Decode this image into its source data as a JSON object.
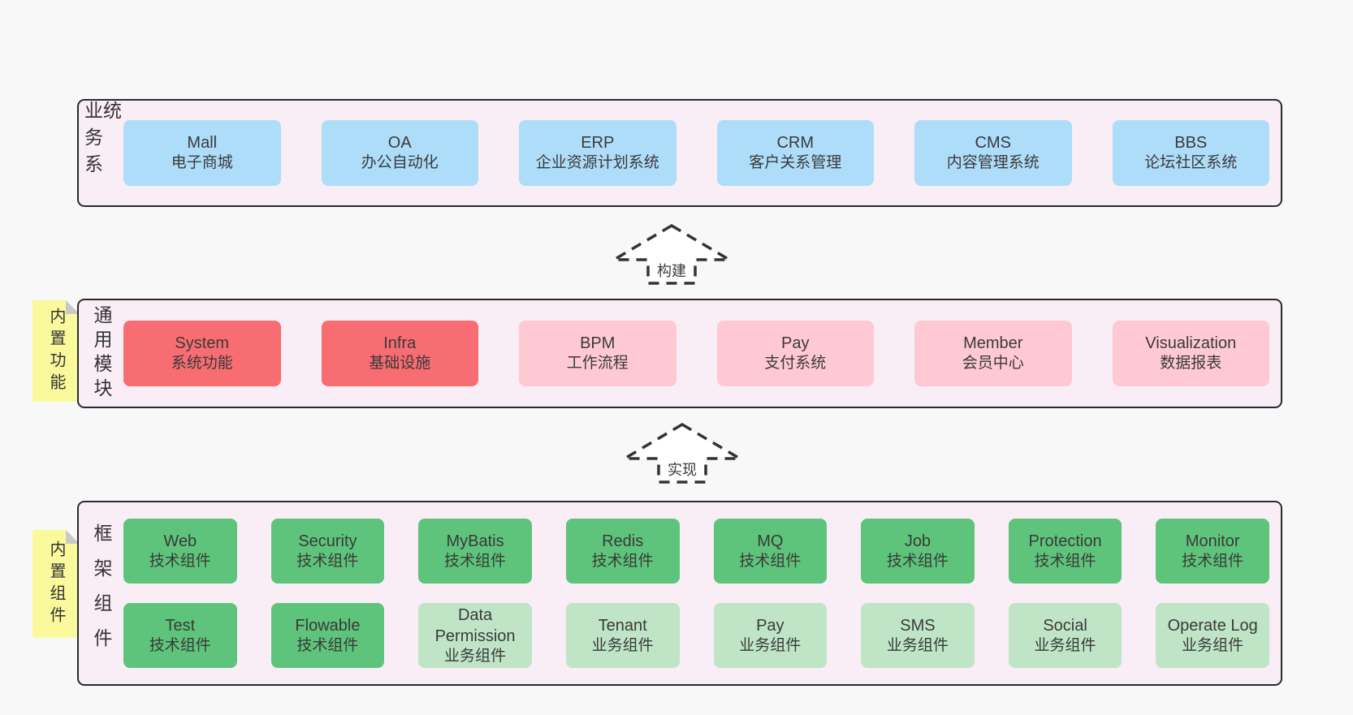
{
  "colors": {
    "page_bg": "#f8f8f8",
    "panel_bg": "#f9edf6",
    "panel_border": "#2b2b2b",
    "blue": "#aeddfa",
    "red": "#f76d72",
    "pink": "#ffc9d3",
    "green": "#5ec47b",
    "light_green": "#bfe5c6",
    "note_yellow": "#fafa9d",
    "note_fold": "#c9c9c9",
    "text": "#3a3a3a"
  },
  "arrows": [
    {
      "label": "构建"
    },
    {
      "label": "实现"
    }
  ],
  "layers": [
    {
      "label": "业务系统",
      "rows": [
        [
          {
            "name": "Mall",
            "desc": "电子商城",
            "variant": "blue"
          },
          {
            "name": "OA",
            "desc": "办公自动化",
            "variant": "blue"
          },
          {
            "name": "ERP",
            "desc": "企业资源计划系统",
            "variant": "blue"
          },
          {
            "name": "CRM",
            "desc": "客户关系管理",
            "variant": "blue"
          },
          {
            "name": "CMS",
            "desc": "内容管理系统",
            "variant": "blue"
          },
          {
            "name": "BBS",
            "desc": "论坛社区系统",
            "variant": "blue"
          }
        ]
      ]
    },
    {
      "label": "通用模块",
      "note": "内置功能",
      "rows": [
        [
          {
            "name": "System",
            "desc": "系统功能",
            "variant": "red"
          },
          {
            "name": "Infra",
            "desc": "基础设施",
            "variant": "red"
          },
          {
            "name": "BPM",
            "desc": "工作流程",
            "variant": "pink"
          },
          {
            "name": "Pay",
            "desc": "支付系统",
            "variant": "pink"
          },
          {
            "name": "Member",
            "desc": "会员中心",
            "variant": "pink"
          },
          {
            "name": "Visualization",
            "desc": "数据报表",
            "variant": "pink"
          }
        ]
      ]
    },
    {
      "label": "框架组件",
      "note": "内置组件",
      "rows": [
        [
          {
            "name": "Web",
            "desc": "技术组件",
            "variant": "green"
          },
          {
            "name": "Security",
            "desc": "技术组件",
            "variant": "green"
          },
          {
            "name": "MyBatis",
            "desc": "技术组件",
            "variant": "green"
          },
          {
            "name": "Redis",
            "desc": "技术组件",
            "variant": "green"
          },
          {
            "name": "MQ",
            "desc": "技术组件",
            "variant": "green"
          },
          {
            "name": "Job",
            "desc": "技术组件",
            "variant": "green"
          },
          {
            "name": "Protection",
            "desc": "技术组件",
            "variant": "green"
          },
          {
            "name": "Monitor",
            "desc": "技术组件",
            "variant": "green"
          }
        ],
        [
          {
            "name": "Test",
            "desc": "技术组件",
            "variant": "green"
          },
          {
            "name": "Flowable",
            "desc": "技术组件",
            "variant": "green"
          },
          {
            "name": "Data Permission",
            "desc": "业务组件",
            "variant": "light-green"
          },
          {
            "name": "Tenant",
            "desc": "业务组件",
            "variant": "light-green"
          },
          {
            "name": "Pay",
            "desc": "业务组件",
            "variant": "light-green"
          },
          {
            "name": "SMS",
            "desc": "业务组件",
            "variant": "light-green"
          },
          {
            "name": "Social",
            "desc": "业务组件",
            "variant": "light-green"
          },
          {
            "name": "Operate Log",
            "desc": "业务组件",
            "variant": "light-green"
          }
        ]
      ]
    }
  ]
}
